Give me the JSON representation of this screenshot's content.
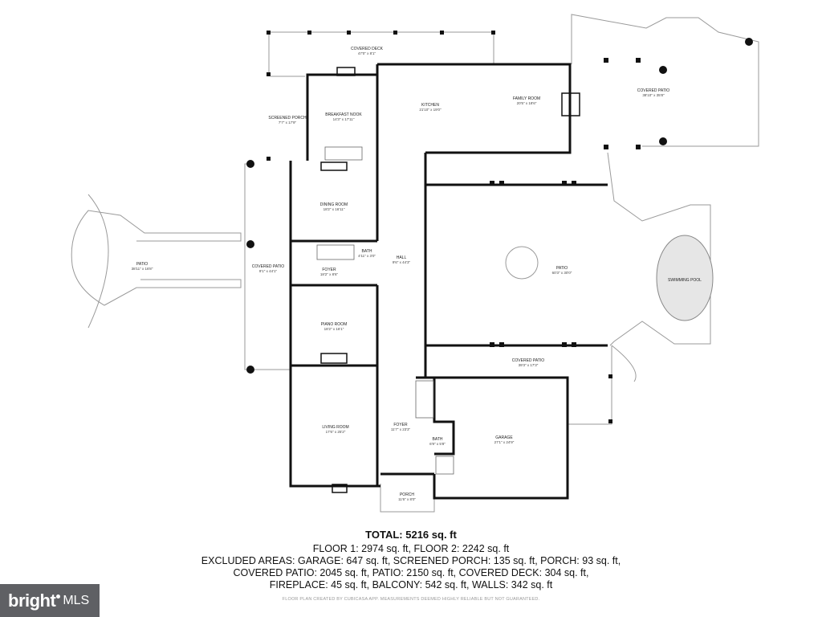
{
  "rooms": {
    "covered_deck": {
      "name": "COVERED DECK",
      "dims": "47'0\" x 8'1\""
    },
    "screened_porch": {
      "name": "SCREENED PORCH",
      "dims": "7'7\" x 17'9\""
    },
    "breakfast_nook": {
      "name": "BREAKFAST NOOK",
      "dims": "14'3\" x 17'11\""
    },
    "kitchen": {
      "name": "KITCHEN",
      "dims": "21'10\" x 19'0\""
    },
    "family_room": {
      "name": "FAMILY ROOM",
      "dims": "20'5\" x 18'6\""
    },
    "covered_patio_ne": {
      "name": "COVERED PATIO",
      "dims": "38'10\" x 35'8\""
    },
    "dining_room": {
      "name": "DINING ROOM",
      "dims": "18'2\" x 16'11\""
    },
    "bath_1": {
      "name": "BATH",
      "dims": "4'11\" x 3'0\""
    },
    "foyer_1": {
      "name": "FOYER",
      "dims": "18'2\" x 8'6\""
    },
    "hall": {
      "name": "HALL",
      "dims": "9'6\" x 44'3\""
    },
    "patio_center": {
      "name": "PATIO",
      "dims": "60'3\" x 30'0\""
    },
    "swimming_pool": {
      "name": "SWIMMING POOL",
      "dims": ""
    },
    "patio_west": {
      "name": "PATIO",
      "dims": "38'11\" x 16'8\""
    },
    "covered_patio_w": {
      "name": "COVERED PATIO",
      "dims": "9'1\" x 44'1\""
    },
    "piano_room": {
      "name": "PIANO ROOM",
      "dims": "18'2\" x 16'1\""
    },
    "covered_patio_s": {
      "name": "COVERED PATIO",
      "dims": "39'3\" x 17'3\""
    },
    "living_room": {
      "name": "LIVING ROOM",
      "dims": "17'6\" x 25'2\""
    },
    "foyer_2": {
      "name": "FOYER",
      "dims": "11'7\" x 23'3\""
    },
    "bath_2": {
      "name": "BATH",
      "dims": "6'9\" x 5'8\""
    },
    "garage": {
      "name": "GARAGE",
      "dims": "27'1\" x 24'9\""
    },
    "porch": {
      "name": "PORCH",
      "dims": "11'6\" x 8'0\""
    }
  },
  "summary": {
    "total": "TOTAL: 5216 sq. ft",
    "line1": "FLOOR 1: 2974 sq. ft, FLOOR 2: 2242 sq. ft",
    "line2": "EXCLUDED AREAS: GARAGE: 647 sq. ft, SCREENED PORCH: 135 sq. ft, PORCH: 93 sq. ft,",
    "line3": "COVERED PATIO: 2045 sq. ft, PATIO: 2150 sq. ft, COVERED DECK: 304 sq. ft,",
    "line4": "FIREPLACE: 45 sq. ft, BALCONY: 542 sq. ft, WALLS: 342 sq. ft",
    "disclaimer": "FLOOR PLAN CREATED BY CUBICASA APP. MEASUREMENTS DEEMED HIGHLY RELIABLE BUT NOT GUARANTEED."
  },
  "logo": {
    "bright": "bright",
    "mls": "MLS",
    "background": "#5f6064"
  },
  "colors": {
    "wall": "#111111",
    "thin_line": "#9a9a9a",
    "pool_fill": "#e6e6e6"
  }
}
